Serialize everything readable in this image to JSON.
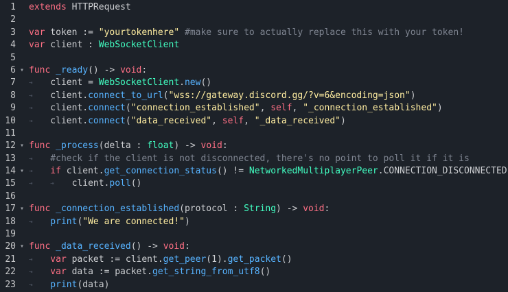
{
  "colors": {
    "background": "#1d2229",
    "keyword": "#ff7085",
    "type": "#42ffc2",
    "function": "#57b3ff",
    "string": "#ffeda1",
    "comment": "#7f8591",
    "text": "#cdcfd2"
  },
  "icons": {
    "fold": "chevron-down-icon",
    "tab": "tab-indent-icon"
  },
  "glyphs": {
    "fold": "▾",
    "tab": "⇥"
  },
  "lines": [
    {
      "num": "1",
      "fold": false,
      "indent": 0,
      "tokens": [
        [
          "kw",
          "extends"
        ],
        [
          "tx",
          " HTTPRequest"
        ]
      ]
    },
    {
      "num": "2",
      "fold": false,
      "indent": 0,
      "tokens": []
    },
    {
      "num": "3",
      "fold": false,
      "indent": 0,
      "tokens": [
        [
          "kw",
          "var"
        ],
        [
          "tx",
          " token := "
        ],
        [
          "st",
          "\"yourtokenhere\""
        ],
        [
          "cm",
          " #make sure to actually replace this with your token!"
        ]
      ]
    },
    {
      "num": "4",
      "fold": false,
      "indent": 0,
      "tokens": [
        [
          "kw",
          "var"
        ],
        [
          "tx",
          " client : "
        ],
        [
          "ty",
          "WebSocketClient"
        ]
      ]
    },
    {
      "num": "5",
      "fold": false,
      "indent": 0,
      "tokens": []
    },
    {
      "num": "6",
      "fold": true,
      "indent": 0,
      "tokens": [
        [
          "kw",
          "func"
        ],
        [
          "fn",
          " _ready"
        ],
        [
          "tx",
          "() -> "
        ],
        [
          "kw",
          "void"
        ],
        [
          "tx",
          ":"
        ]
      ]
    },
    {
      "num": "7",
      "fold": false,
      "indent": 1,
      "tokens": [
        [
          "tx",
          "client = "
        ],
        [
          "ty",
          "WebSocketClient"
        ],
        [
          "tx",
          "."
        ],
        [
          "fn",
          "new"
        ],
        [
          "tx",
          "()"
        ]
      ]
    },
    {
      "num": "8",
      "fold": false,
      "indent": 1,
      "tokens": [
        [
          "tx",
          "client."
        ],
        [
          "fn",
          "connect_to_url"
        ],
        [
          "tx",
          "("
        ],
        [
          "st",
          "\"wss://gateway.discord.gg/?v=6&encoding=json\""
        ],
        [
          "tx",
          ")"
        ]
      ]
    },
    {
      "num": "9",
      "fold": false,
      "indent": 1,
      "tokens": [
        [
          "tx",
          "client."
        ],
        [
          "fn",
          "connect"
        ],
        [
          "tx",
          "("
        ],
        [
          "st",
          "\"connection_established\""
        ],
        [
          "tx",
          ", "
        ],
        [
          "kw",
          "self"
        ],
        [
          "tx",
          ", "
        ],
        [
          "st",
          "\"_connection_established\""
        ],
        [
          "tx",
          ")"
        ]
      ]
    },
    {
      "num": "10",
      "fold": false,
      "indent": 1,
      "tokens": [
        [
          "tx",
          "client."
        ],
        [
          "fn",
          "connect"
        ],
        [
          "tx",
          "("
        ],
        [
          "st",
          "\"data_received\""
        ],
        [
          "tx",
          ", "
        ],
        [
          "kw",
          "self"
        ],
        [
          "tx",
          ", "
        ],
        [
          "st",
          "\"_data_received\""
        ],
        [
          "tx",
          ")"
        ]
      ]
    },
    {
      "num": "11",
      "fold": false,
      "indent": 0,
      "tokens": []
    },
    {
      "num": "12",
      "fold": true,
      "indent": 0,
      "tokens": [
        [
          "kw",
          "func"
        ],
        [
          "fn",
          " _process"
        ],
        [
          "tx",
          "(delta : "
        ],
        [
          "ty",
          "float"
        ],
        [
          "tx",
          ") -> "
        ],
        [
          "kw",
          "void"
        ],
        [
          "tx",
          ":"
        ]
      ]
    },
    {
      "num": "13",
      "fold": false,
      "indent": 1,
      "tokens": [
        [
          "cm",
          "#check if the client is not disconnected, there's no point to poll it if it is"
        ]
      ]
    },
    {
      "num": "14",
      "fold": true,
      "indent": 1,
      "tokens": [
        [
          "kw",
          "if"
        ],
        [
          "tx",
          " client."
        ],
        [
          "fn",
          "get_connection_status"
        ],
        [
          "tx",
          "() != "
        ],
        [
          "ty",
          "NetworkedMultiplayerPeer"
        ],
        [
          "tx",
          ".CONNECTION_DISCONNECTED:"
        ]
      ]
    },
    {
      "num": "15",
      "fold": false,
      "indent": 2,
      "tokens": [
        [
          "tx",
          "client."
        ],
        [
          "fn",
          "poll"
        ],
        [
          "tx",
          "()"
        ]
      ]
    },
    {
      "num": "16",
      "fold": false,
      "indent": 0,
      "tokens": []
    },
    {
      "num": "17",
      "fold": true,
      "indent": 0,
      "tokens": [
        [
          "kw",
          "func"
        ],
        [
          "fn",
          " _connection_established"
        ],
        [
          "tx",
          "(protocol : "
        ],
        [
          "ty",
          "String"
        ],
        [
          "tx",
          ") -> "
        ],
        [
          "kw",
          "void"
        ],
        [
          "tx",
          ":"
        ]
      ]
    },
    {
      "num": "18",
      "fold": false,
      "indent": 1,
      "tokens": [
        [
          "fn",
          "print"
        ],
        [
          "tx",
          "("
        ],
        [
          "st",
          "\"We are connected!\""
        ],
        [
          "tx",
          ")"
        ]
      ]
    },
    {
      "num": "19",
      "fold": false,
      "indent": 0,
      "tokens": []
    },
    {
      "num": "20",
      "fold": true,
      "indent": 0,
      "tokens": [
        [
          "kw",
          "func"
        ],
        [
          "fn",
          " _data_received"
        ],
        [
          "tx",
          "() -> "
        ],
        [
          "kw",
          "void"
        ],
        [
          "tx",
          ":"
        ]
      ]
    },
    {
      "num": "21",
      "fold": false,
      "indent": 1,
      "tokens": [
        [
          "kw",
          "var"
        ],
        [
          "tx",
          " packet := client."
        ],
        [
          "fn",
          "get_peer"
        ],
        [
          "tx",
          "(1)."
        ],
        [
          "fn",
          "get_packet"
        ],
        [
          "tx",
          "()"
        ]
      ]
    },
    {
      "num": "22",
      "fold": false,
      "indent": 1,
      "tokens": [
        [
          "kw",
          "var"
        ],
        [
          "tx",
          " data := packet."
        ],
        [
          "fn",
          "get_string_from_utf8"
        ],
        [
          "tx",
          "()"
        ]
      ]
    },
    {
      "num": "23",
      "fold": false,
      "indent": 1,
      "tokens": [
        [
          "fn",
          "print"
        ],
        [
          "tx",
          "(data)"
        ]
      ]
    }
  ]
}
